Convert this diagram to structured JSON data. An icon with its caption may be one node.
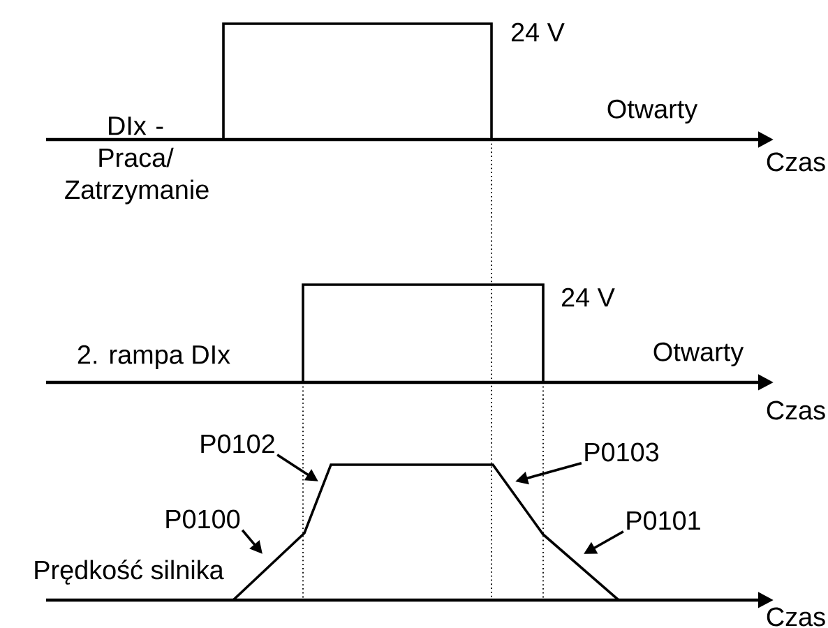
{
  "diagram": {
    "nodes": [
      {
        "text": [
          "P0102"
        ]
      },
      {
        "text": [
          "P0103"
        ]
      },
      {
        "text": [
          "P0100"
        ]
      },
      {
        "text": [
          "P0101"
        ]
      }
    ],
    "edges": [
      {
        "from": 0,
        "to": null,
        "arrow": "to"
      },
      {
        "from": 1,
        "to": null,
        "arrow": "to"
      },
      {
        "from": 2,
        "to": null,
        "arrow": "to"
      },
      {
        "from": 3,
        "to": null,
        "arrow": "to"
      }
    ],
    "labels": [
      "24 V",
      "DIx - Praca/ Zatrzymanie",
      "Otwarty",
      "Czas",
      "24 V",
      "2. rampa DIx",
      "Otwarty",
      "Czas",
      "Prędkość silnika",
      "Czas"
    ]
  }
}
